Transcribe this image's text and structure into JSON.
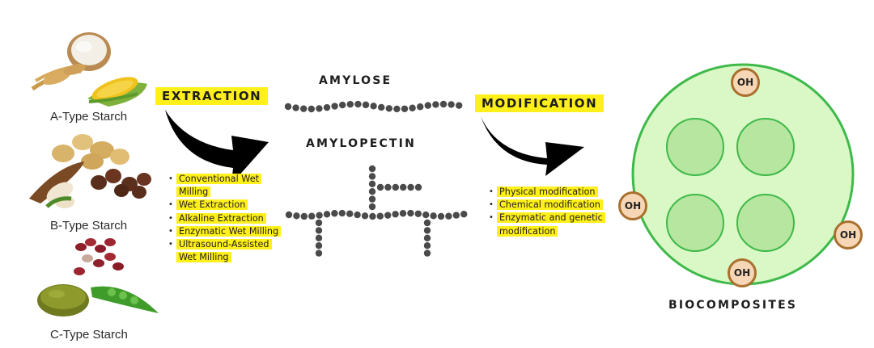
{
  "sources": {
    "a_type": "A-Type Starch",
    "b_type": "B-Type Starch",
    "c_type": "C-Type Starch"
  },
  "extraction": {
    "label": "EXTRACTION",
    "methods": [
      "Conventional Wet Milling",
      "Wet Extraction",
      "Alkaline Extraction",
      "Enzymatic Wet Milling",
      "Ultrasound-Assisted Wet Milling"
    ]
  },
  "molecules": {
    "amylose": "AMYLOSE",
    "amylopectin": "AMYLOPECTIN"
  },
  "modification": {
    "label": "MODIFICATION",
    "methods": [
      "Physical modification",
      "Chemical modification",
      "Enzymatic and genetic modification"
    ]
  },
  "biocomposite": {
    "label": "BIOCOMPOSITES",
    "group_label": "OH"
  },
  "colors": {
    "highlight": "#ffef1a",
    "dot": "#4a4a4a",
    "arrow": "#000000",
    "biocomposite_fill": "#d9f8c5",
    "biocomposite_border": "#3fb94a",
    "granule_fill": "#b6e6a0",
    "oh_fill": "#f6d6b4",
    "oh_border": "#a9702f"
  },
  "icons": [
    "wheat-grain-bowl",
    "corn-cob",
    "potatoes",
    "cassava-root",
    "chestnuts",
    "kidney-beans",
    "mung-beans",
    "green-pea-pods"
  ]
}
